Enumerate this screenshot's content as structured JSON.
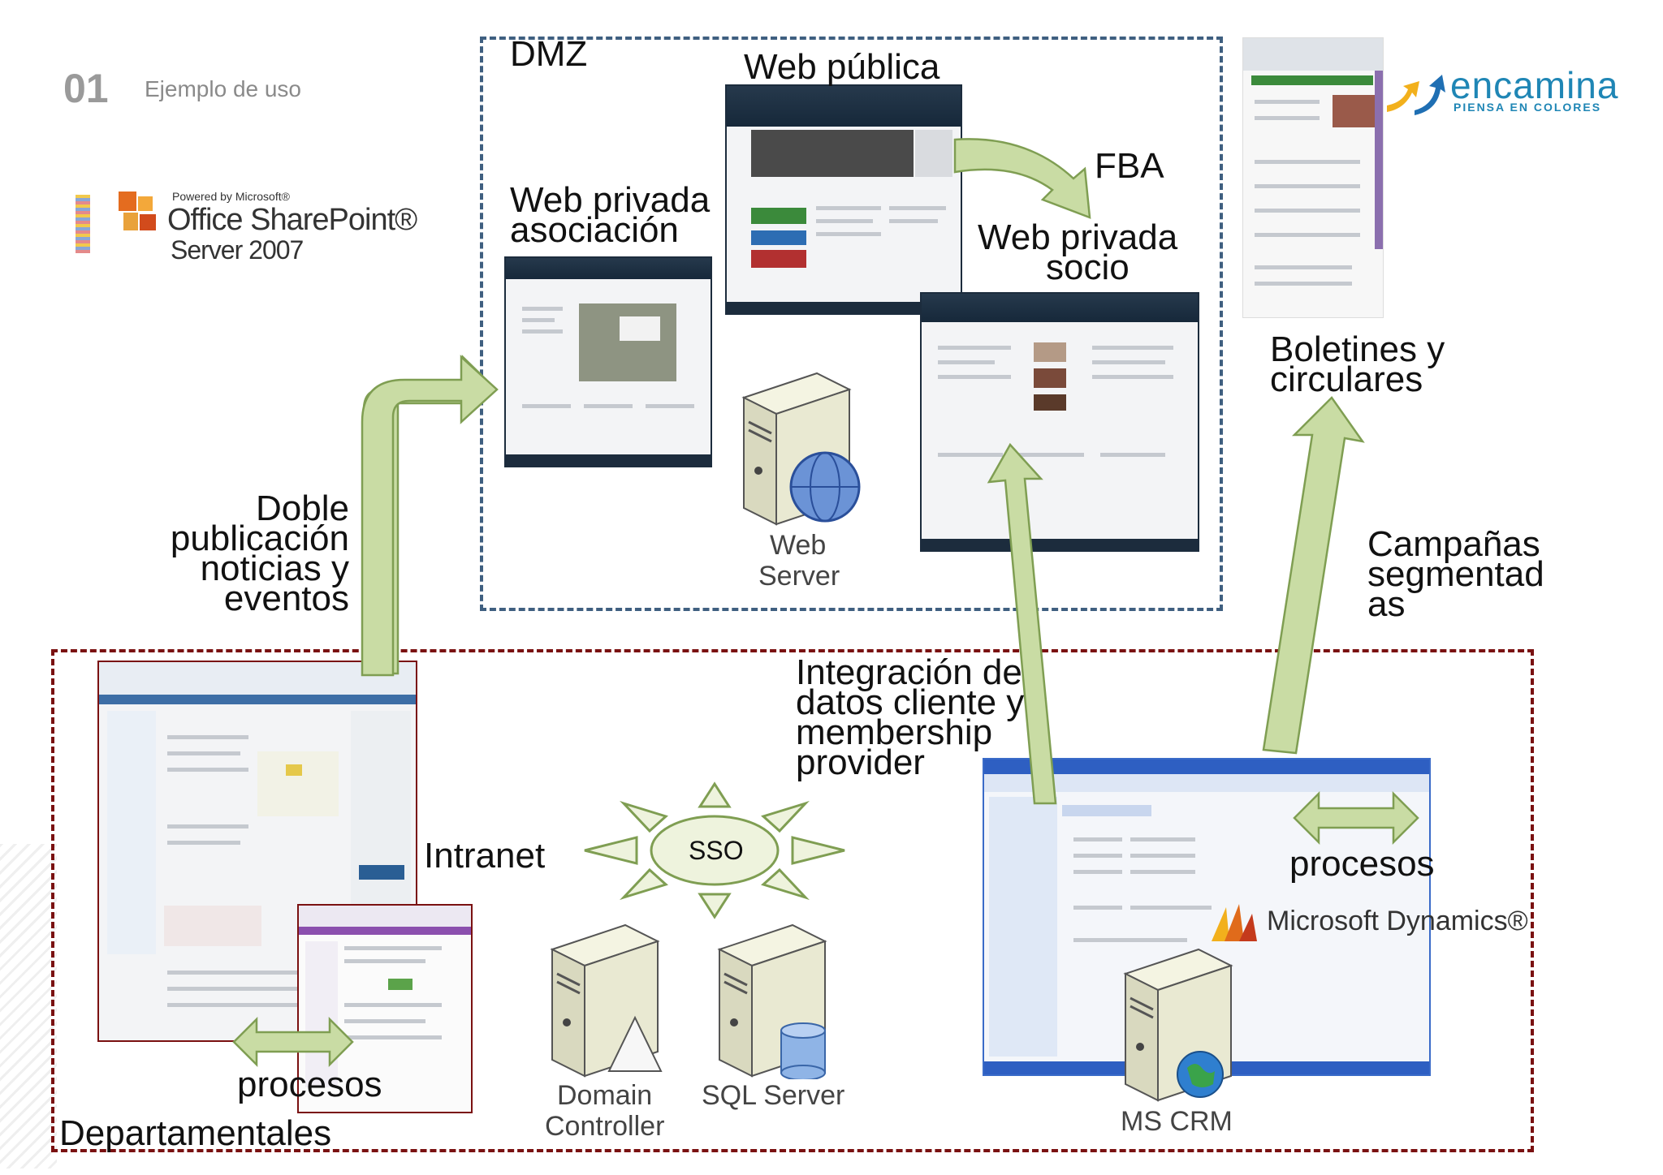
{
  "header": {
    "slide_number": "01",
    "slide_title": "Ejemplo de uso"
  },
  "logos": {
    "sharepoint_powered": "Powered by Microsoft®",
    "sharepoint_name": "Office SharePoint®",
    "sharepoint_server": "Server 2007",
    "encamina_name": "encamina",
    "encamina_tagline": "PIENSA EN COLORES",
    "dynamics": "Microsoft Dynamics®"
  },
  "zones": {
    "dmz": "DMZ",
    "departamentales": "Departamentales"
  },
  "labels": {
    "web_publica": "Web pública",
    "web_privada_asociacion": [
      "Web privada",
      "asociación"
    ],
    "web_privada_socio": [
      "Web privada",
      "socio"
    ],
    "fba": "FBA",
    "boletines": [
      "Boletines y",
      "circulares"
    ],
    "doble_publicacion": [
      "Doble",
      "publicación",
      "noticias y",
      "eventos"
    ],
    "campanas": [
      "Campañas",
      "segmentad",
      "as"
    ],
    "integracion": [
      "Integración de",
      "datos cliente y",
      "membership",
      "provider"
    ],
    "intranet": "Intranet",
    "procesos_left": "procesos",
    "procesos_right": "procesos",
    "sso": "SSO"
  },
  "servers": {
    "web_server": [
      "Web",
      "Server"
    ],
    "domain_controller": [
      "Domain",
      "Controller"
    ],
    "sql_server": "SQL Server",
    "ms_crm": "MS CRM"
  },
  "colors": {
    "arrow_fill": "#c9dca4",
    "arrow_stroke": "#7f9e52",
    "dmz_border": "#3f5f80",
    "dept_border": "#7a1111",
    "sso_fill": "#eef3dd"
  }
}
